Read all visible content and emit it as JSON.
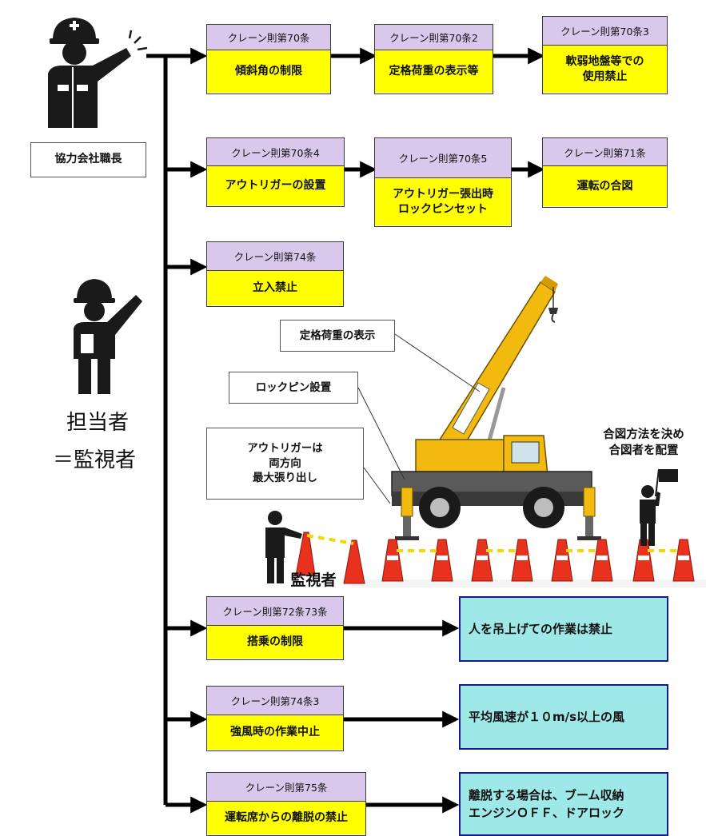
{
  "colors": {
    "header": "#d9c8ec",
    "body": "#ffff00",
    "result": "#9ee9e7",
    "result_border": "#1a1a8c",
    "crane": "#f2b90f"
  },
  "icons": [
    "foreman-pointing-icon",
    "supervisor-pointing-icon",
    "crane-truck-icon",
    "watcher-person-icon",
    "signal-flag-person-icon",
    "traffic-cone-icon"
  ],
  "roles": {
    "foreman": "協力会社職長",
    "supervisor_line1": "担当者",
    "supervisor_line2": "＝監視者"
  },
  "rules": {
    "r70": {
      "header": "クレーン則第70条",
      "body": "傾斜角の制限"
    },
    "r70_2": {
      "header": "クレーン則第70条2",
      "body": "定格荷重の表示等"
    },
    "r70_3": {
      "header": "クレーン則第70条3",
      "body": "軟弱地盤等での\n使用禁止"
    },
    "r70_4": {
      "header": "クレーン則第70条4",
      "body": "アウトリガーの設置"
    },
    "r70_5": {
      "header": "クレーン則第70条5",
      "body": "アウトリガー張出時\nロックピンセット"
    },
    "r71": {
      "header": "クレーン則第71条",
      "body": "運転の合図"
    },
    "r74": {
      "header": "クレーン則第74条",
      "body": "立入禁止"
    },
    "r72_73": {
      "header": "クレーン則第72条73条",
      "body": "搭乗の制限"
    },
    "r74_3": {
      "header": "クレーン則第74条3",
      "body": "強風時の作業中止"
    },
    "r75": {
      "header": "クレーン則第75条",
      "body": "運転席からの離脱の禁止"
    }
  },
  "results": {
    "boarding": "人を吊上げての作業は禁止",
    "wind": "平均風速が１０m/s以上の風",
    "leaving": "離脱する場合は、ブーム収納\nエンジンＯＦＦ、ドアロック"
  },
  "callouts": {
    "load_display": "定格荷重の表示",
    "lock_pin": "ロックピン設置",
    "outrigger": "アウトリガーは\n両方向\n最大張り出し",
    "signal": "合図方法を決め\n合図者を配置",
    "watcher": "監視者"
  }
}
